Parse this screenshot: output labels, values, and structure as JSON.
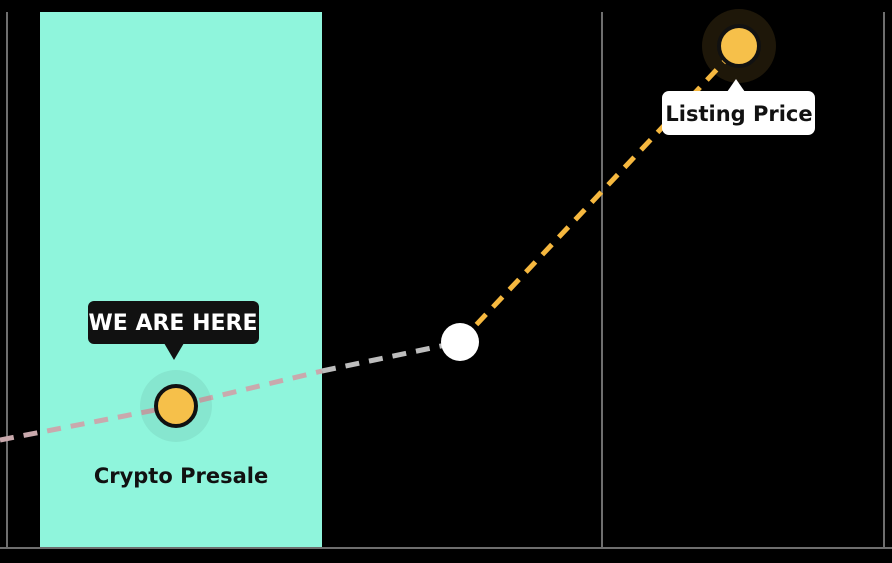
{
  "chart_data": {
    "type": "line",
    "title": "",
    "xlabel": "",
    "ylabel": "",
    "grid": "vertical lines",
    "highlight_region": {
      "label": "Crypto Presale",
      "color": "#8ff5dc"
    },
    "series": [
      {
        "points": [
          {
            "x": 0,
            "y": 2.5
          },
          {
            "x": 1,
            "y": 4
          },
          {
            "x": 2,
            "y": 5.5
          },
          {
            "x": 3,
            "y": 6.2
          },
          {
            "x": 4,
            "y": 10
          }
        ],
        "segments": [
          {
            "from": 0,
            "to": 1,
            "color": "#c9a9ad"
          },
          {
            "from": 1,
            "to": 2,
            "color": "#c9a9ad"
          },
          {
            "from": 2,
            "to": 3,
            "color": "#bdbdbd"
          },
          {
            "from": 3,
            "to": 4,
            "color": "#f6b83f"
          }
        ]
      }
    ],
    "markers": [
      {
        "label": "Crypto Presale",
        "point": 1,
        "color": "#f6c04a"
      },
      {
        "label": "",
        "point": 3,
        "color": "#ffffff"
      },
      {
        "label": "Listing Price",
        "point": 4,
        "color": "#f6c04a"
      }
    ],
    "callouts": {
      "current": "WE ARE HERE",
      "listing": "Listing Price"
    },
    "colors": {
      "background": "#000000",
      "grid": "#6e6e6e",
      "presale_band": "#8ff5dc",
      "marker_gold": "#f6c04a",
      "line_gold": "#f6b83f",
      "callout_dark": "#111111",
      "callout_light": "#ffffff"
    }
  }
}
